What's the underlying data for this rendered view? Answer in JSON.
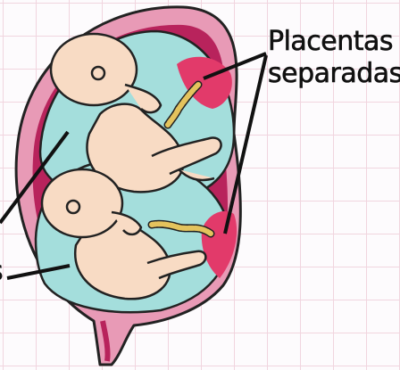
{
  "labels": {
    "placentas_line1": "Placentas",
    "placentas_line2": "separadas",
    "left_cut_label": "s"
  },
  "colors": {
    "uterus_wall": "#e89ab6",
    "uterus_outline": "#222222",
    "inner_dark": "#b8235c",
    "amniotic_fluid": "#a4dedc",
    "skin": "#f8dbc4",
    "placenta": "#e23a6a",
    "umbilical_cord": "#e4c35d",
    "grid": "#f1d5df"
  }
}
